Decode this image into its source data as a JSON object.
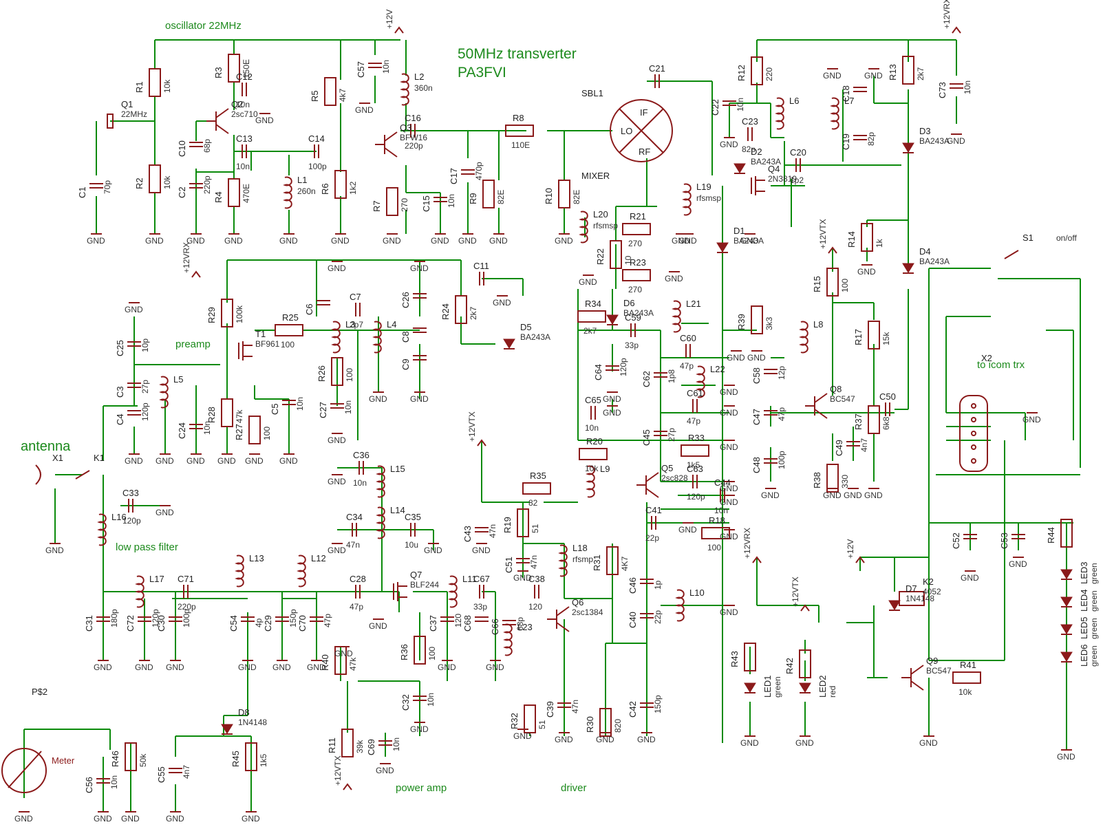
{
  "title": "50MHz transverter",
  "author": "PA3FVI",
  "section_labels": {
    "oscillator": "oscillator 22MHz",
    "preamp": "preamp",
    "antenna": "antenna",
    "low_pass": "low pass filter",
    "power_amp": "power amp",
    "driver": "driver",
    "to_icom": "to icom trx",
    "meter": "Meter",
    "mixer": "MIXER",
    "sbl1": "SBL1",
    "onoff": "on/off"
  },
  "mixer_ports": {
    "lo": "LO",
    "rf": "RF",
    "if": "IF"
  },
  "power_labels": {
    "v12": "+12V",
    "vrx": "+12VRX",
    "vtx": "+12VTX",
    "gnd": "GND"
  },
  "resistors": [
    {
      "ref": "R1",
      "val": "10k"
    },
    {
      "ref": "R2",
      "val": "10k"
    },
    {
      "ref": "R3",
      "val": "150E"
    },
    {
      "ref": "R4",
      "val": "470E"
    },
    {
      "ref": "R5",
      "val": "4k7"
    },
    {
      "ref": "R6",
      "val": "1k2"
    },
    {
      "ref": "R7",
      "val": "270"
    },
    {
      "ref": "R8",
      "val": "110E"
    },
    {
      "ref": "R9",
      "val": "82E"
    },
    {
      "ref": "R10",
      "val": "82E"
    },
    {
      "ref": "R21",
      "val": "270"
    },
    {
      "ref": "R22",
      "val": "10"
    },
    {
      "ref": "R23",
      "val": "270"
    },
    {
      "ref": "R12",
      "val": "220"
    },
    {
      "ref": "R13",
      "val": "2k7"
    },
    {
      "ref": "R14",
      "val": "1k"
    },
    {
      "ref": "R15",
      "val": "100"
    },
    {
      "ref": "R39",
      "val": "3k3"
    },
    {
      "ref": "R17",
      "val": "15k"
    },
    {
      "ref": "R37",
      "val": "6k8"
    },
    {
      "ref": "R38",
      "val": "330"
    },
    {
      "ref": "R29",
      "val": "100k"
    },
    {
      "ref": "R25",
      "val": "100"
    },
    {
      "ref": "R26",
      "val": "100"
    },
    {
      "ref": "R24",
      "val": "2k7"
    },
    {
      "ref": "R28",
      "val": "47k"
    },
    {
      "ref": "R27",
      "val": "100"
    },
    {
      "ref": "R34",
      "val": "2k7"
    },
    {
      "ref": "R33",
      "val": "1k5"
    },
    {
      "ref": "R20",
      "val": "10k"
    },
    {
      "ref": "R35",
      "val": "82"
    },
    {
      "ref": "R19",
      "val": "51"
    },
    {
      "ref": "R31",
      "val": "4K7"
    },
    {
      "ref": "R18",
      "val": "100"
    },
    {
      "ref": "R36",
      "val": "100"
    },
    {
      "ref": "R40",
      "val": "47k"
    },
    {
      "ref": "R11",
      "val": "39k"
    },
    {
      "ref": "R32",
      "val": "51"
    },
    {
      "ref": "R30",
      "val": "820"
    },
    {
      "ref": "R45",
      "val": "1k5"
    },
    {
      "ref": "R46",
      "val": "50k"
    },
    {
      "ref": "R43",
      "val": ""
    },
    {
      "ref": "R42",
      "val": ""
    },
    {
      "ref": "R41",
      "val": "10k"
    },
    {
      "ref": "R44",
      "val": ""
    }
  ],
  "capacitors": [
    {
      "ref": "C1",
      "val": "70p"
    },
    {
      "ref": "C10",
      "val": "68p"
    },
    {
      "ref": "C2",
      "val": "220p"
    },
    {
      "ref": "C12",
      "val": "10n"
    },
    {
      "ref": "C13",
      "val": "10n"
    },
    {
      "ref": "C14",
      "val": "100p"
    },
    {
      "ref": "C57",
      "val": "10n"
    },
    {
      "ref": "C16",
      "val": "220p"
    },
    {
      "ref": "C15",
      "val": "10n"
    },
    {
      "ref": "C17",
      "val": "470p"
    },
    {
      "ref": "C21",
      "val": ""
    },
    {
      "ref": "C22",
      "val": "10n"
    },
    {
      "ref": "C23",
      "val": "82p"
    },
    {
      "ref": "C20",
      "val": "1p2"
    },
    {
      "ref": "C18",
      "val": ""
    },
    {
      "ref": "C19",
      "val": "82p"
    },
    {
      "ref": "C73",
      "val": "10n"
    },
    {
      "ref": "C25",
      "val": "10p"
    },
    {
      "ref": "C3",
      "val": "27p"
    },
    {
      "ref": "C4",
      "val": "120p"
    },
    {
      "ref": "C24",
      "val": "10n"
    },
    {
      "ref": "C5",
      "val": "10n"
    },
    {
      "ref": "C6",
      "val": ""
    },
    {
      "ref": "C7",
      "val": "2p7"
    },
    {
      "ref": "C26",
      "val": ""
    },
    {
      "ref": "C8",
      "val": ""
    },
    {
      "ref": "C9",
      "val": ""
    },
    {
      "ref": "C27",
      "val": "10n"
    },
    {
      "ref": "C11",
      "val": ""
    },
    {
      "ref": "C59",
      "val": "33p"
    },
    {
      "ref": "C60",
      "val": "47p"
    },
    {
      "ref": "C64",
      "val": "120p"
    },
    {
      "ref": "C62",
      "val": "1p8"
    },
    {
      "ref": "C61",
      "val": "47p"
    },
    {
      "ref": "C65",
      "val": "10n"
    },
    {
      "ref": "C45",
      "val": "27p"
    },
    {
      "ref": "C63",
      "val": "120p"
    },
    {
      "ref": "C44",
      "val": "10n"
    },
    {
      "ref": "C41",
      "val": "22p"
    },
    {
      "ref": "C46",
      "val": "1p"
    },
    {
      "ref": "C40",
      "val": "22p"
    },
    {
      "ref": "C42",
      "val": "150p"
    },
    {
      "ref": "C39",
      "val": "47n"
    },
    {
      "ref": "C66",
      "val": "68p"
    },
    {
      "ref": "C38",
      "val": "120"
    },
    {
      "ref": "C67",
      "val": "33p"
    },
    {
      "ref": "C68",
      "val": ""
    },
    {
      "ref": "C37",
      "val": "120"
    },
    {
      "ref": "C32",
      "val": "10n"
    },
    {
      "ref": "C69",
      "val": "10n"
    },
    {
      "ref": "C51",
      "val": "47n"
    },
    {
      "ref": "C43",
      "val": "47n"
    },
    {
      "ref": "C36",
      "val": "10n"
    },
    {
      "ref": "C34",
      "val": "47n"
    },
    {
      "ref": "C35",
      "val": "10u"
    },
    {
      "ref": "C28",
      "val": "47p"
    },
    {
      "ref": "C71",
      "val": "220p"
    },
    {
      "ref": "C33",
      "val": "120p"
    },
    {
      "ref": "C31",
      "val": "180p"
    },
    {
      "ref": "C72",
      "val": "120p"
    },
    {
      "ref": "C30",
      "val": "100p"
    },
    {
      "ref": "C54",
      "val": "4p"
    },
    {
      "ref": "C29",
      "val": "150p"
    },
    {
      "ref": "C70",
      "val": "47p"
    },
    {
      "ref": "C56",
      "val": "10n"
    },
    {
      "ref": "C55",
      "val": "4n7"
    },
    {
      "ref": "C58",
      "val": "12p"
    },
    {
      "ref": "C47",
      "val": "47p"
    },
    {
      "ref": "C48",
      "val": "100p"
    },
    {
      "ref": "C49",
      "val": "4n7"
    },
    {
      "ref": "C50",
      "val": ""
    },
    {
      "ref": "C53",
      "val": ""
    },
    {
      "ref": "C52",
      "val": ""
    }
  ],
  "inductors": [
    {
      "ref": "L1",
      "val": "260n"
    },
    {
      "ref": "L2",
      "val": "360n"
    },
    {
      "ref": "L3",
      "val": ""
    },
    {
      "ref": "L4",
      "val": ""
    },
    {
      "ref": "L5",
      "val": ""
    },
    {
      "ref": "L6",
      "val": ""
    },
    {
      "ref": "L7",
      "val": ""
    },
    {
      "ref": "L8",
      "val": ""
    },
    {
      "ref": "L9",
      "val": ""
    },
    {
      "ref": "L10",
      "val": ""
    },
    {
      "ref": "L11",
      "val": ""
    },
    {
      "ref": "L12",
      "val": ""
    },
    {
      "ref": "L13",
      "val": ""
    },
    {
      "ref": "L14",
      "val": ""
    },
    {
      "ref": "L15",
      "val": ""
    },
    {
      "ref": "L16",
      "val": ""
    },
    {
      "ref": "L17",
      "val": ""
    },
    {
      "ref": "L18",
      "val": "rfsmp"
    },
    {
      "ref": "L19",
      "val": "rfsmsp"
    },
    {
      "ref": "L20",
      "val": "rfsmsp"
    },
    {
      "ref": "L21",
      "val": ""
    },
    {
      "ref": "L22",
      "val": ""
    },
    {
      "ref": "L23",
      "val": ""
    }
  ],
  "semis": [
    {
      "ref": "Q1",
      "val": "22MHz"
    },
    {
      "ref": "Q2",
      "val": "2sc710"
    },
    {
      "ref": "Q3",
      "val": "BFW16"
    },
    {
      "ref": "Q4",
      "val": "2N3819"
    },
    {
      "ref": "Q5",
      "val": "2sc828"
    },
    {
      "ref": "Q6",
      "val": "2sc1384"
    },
    {
      "ref": "Q7",
      "val": "BLF244"
    },
    {
      "ref": "Q8",
      "val": "BC547"
    },
    {
      "ref": "Q9",
      "val": "BC547"
    },
    {
      "ref": "T1",
      "val": "BF961"
    },
    {
      "ref": "D1",
      "val": "BA243A"
    },
    {
      "ref": "D2",
      "val": "BA243A"
    },
    {
      "ref": "D3",
      "val": "BA243A"
    },
    {
      "ref": "D4",
      "val": "BA243A"
    },
    {
      "ref": "D5",
      "val": "BA243A"
    },
    {
      "ref": "D6",
      "val": "BA243A"
    },
    {
      "ref": "D7",
      "val": "1N4148"
    },
    {
      "ref": "D8",
      "val": "1N4148"
    },
    {
      "ref": "K1",
      "val": ""
    },
    {
      "ref": "K2",
      "val": "4052"
    },
    {
      "ref": "X1",
      "val": ""
    },
    {
      "ref": "X2",
      "val": ""
    },
    {
      "ref": "S1",
      "val": ""
    },
    {
      "ref": "P$2",
      "val": ""
    }
  ],
  "leds": [
    {
      "ref": "LED1",
      "val": "green"
    },
    {
      "ref": "LED2",
      "val": "red"
    },
    {
      "ref": "LED3",
      "val": "green"
    },
    {
      "ref": "LED4",
      "val": "green"
    },
    {
      "ref": "LED5",
      "val": "green"
    },
    {
      "ref": "LED6",
      "val": "green"
    }
  ],
  "colors": {
    "wire": "#0a8a0a",
    "component": "#8b1a1a",
    "label": "#1c8a1c"
  }
}
